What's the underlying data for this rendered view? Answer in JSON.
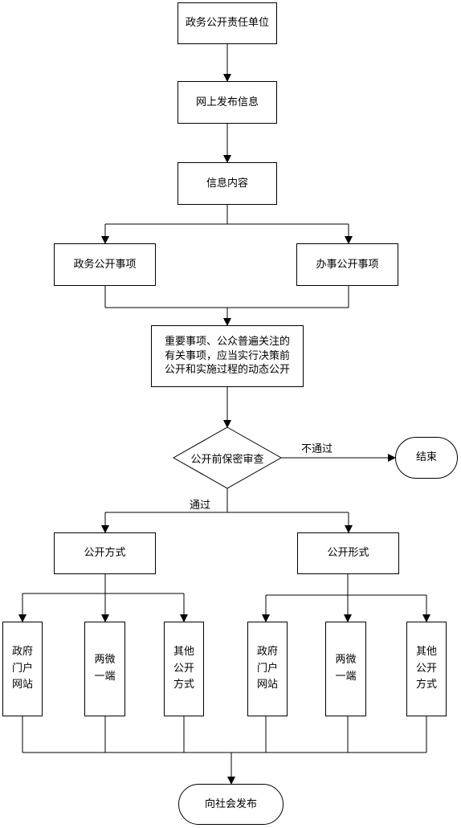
{
  "nodes": {
    "responsible_unit": "政务公开责任单位",
    "online_publish": "网上发布信息",
    "info_content": "信息内容",
    "gov_affairs": "政务公开事项",
    "office_affairs": "办事公开事项",
    "major_matters": "重要事项、公众普遍关注的有关事项，应当实行决策前公开和实施过程的动态公开",
    "review": "公开前保密审查",
    "end": "结束",
    "method": "公开方式",
    "form": "公开形式",
    "publish": "向社会发布"
  },
  "edges": {
    "fail": "不通过",
    "pass": "通过"
  },
  "method_children": [
    [
      "政府",
      "门户",
      "网站"
    ],
    [
      "两微",
      "一端"
    ],
    [
      "其他",
      "公开",
      "方式"
    ]
  ],
  "form_children": [
    [
      "政府",
      "门户",
      "网站"
    ],
    [
      "两微",
      "一端"
    ],
    [
      "其他",
      "公开",
      "方式"
    ]
  ]
}
